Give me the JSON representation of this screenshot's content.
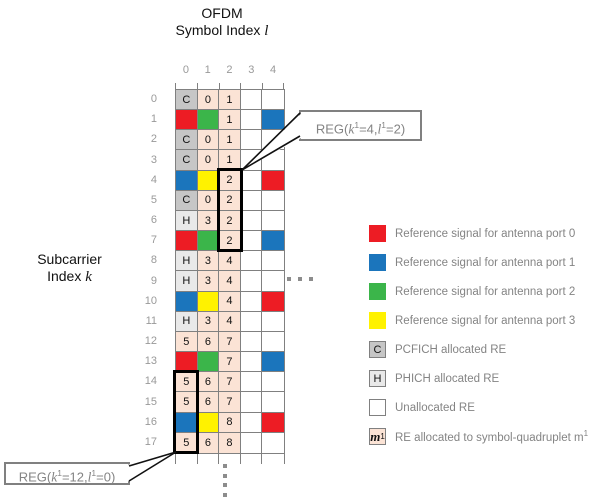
{
  "title": {
    "line1": "OFDM",
    "line2": "Symbol Index",
    "line2_var": "l"
  },
  "y_axis": {
    "line1": "Subcarrier",
    "line2": "Index",
    "line2_var": "k"
  },
  "grid": {
    "col_labels": [
      "0",
      "1",
      "2",
      "3",
      "4"
    ],
    "row_labels": [
      "0",
      "1",
      "2",
      "3",
      "4",
      "5",
      "6",
      "7",
      "8",
      "9",
      "10",
      "11",
      "12",
      "13",
      "14",
      "15",
      "16",
      "17"
    ],
    "rows": [
      [
        "C",
        "0",
        "1",
        "",
        ""
      ],
      [
        "R",
        "G",
        "1",
        "",
        "B"
      ],
      [
        "C",
        "0",
        "1",
        "",
        ""
      ],
      [
        "C",
        "0",
        "1",
        "",
        ""
      ],
      [
        "B",
        "Y",
        "2",
        "",
        "R"
      ],
      [
        "C",
        "0",
        "2",
        "",
        ""
      ],
      [
        "H",
        "3",
        "2",
        "",
        ""
      ],
      [
        "R",
        "G",
        "2",
        "",
        "B"
      ],
      [
        "H",
        "3",
        "4",
        "",
        ""
      ],
      [
        "H",
        "3",
        "4",
        "",
        ""
      ],
      [
        "B",
        "Y",
        "4",
        "",
        "R"
      ],
      [
        "H",
        "3",
        "4",
        "",
        ""
      ],
      [
        "5",
        "6",
        "7",
        "",
        ""
      ],
      [
        "R",
        "G",
        "7",
        "",
        "B"
      ],
      [
        "5",
        "6",
        "7",
        "",
        ""
      ],
      [
        "5",
        "6",
        "7",
        "",
        ""
      ],
      [
        "B",
        "Y",
        "8",
        "",
        "R"
      ],
      [
        "5",
        "6",
        "8",
        "",
        ""
      ]
    ],
    "reg_boxes": [
      {
        "col": 2,
        "row_start": 4,
        "row_end": 7
      },
      {
        "col": 0,
        "row_start": 14,
        "row_end": 17
      }
    ]
  },
  "callouts": [
    {
      "segments": {
        "p1": "REG(",
        "v1": "k",
        "s1": "1",
        "p2": "=4,",
        "v2": "l",
        "s2": "1",
        "p3": "=2)"
      }
    },
    {
      "segments": {
        "p1": "REG(",
        "v1": "k",
        "s1": "1",
        "p2": "=12,",
        "v2": "l",
        "s2": "1",
        "p3": "=0)"
      }
    }
  ],
  "legend": {
    "items": [
      {
        "swatch": "red",
        "letter": "",
        "letter_sup": "",
        "label": "Reference signal for antenna port 0",
        "label_sup": ""
      },
      {
        "swatch": "blue",
        "letter": "",
        "letter_sup": "",
        "label": "Reference signal for antenna port 1",
        "label_sup": ""
      },
      {
        "swatch": "green",
        "letter": "",
        "letter_sup": "",
        "label": "Reference signal for antenna port 2",
        "label_sup": ""
      },
      {
        "swatch": "yellow",
        "letter": "",
        "letter_sup": "",
        "label": "Reference signal for antenna port 3",
        "label_sup": ""
      },
      {
        "swatch": "pcfich",
        "letter": "C",
        "letter_sup": "",
        "label": "PCFICH allocated RE",
        "label_sup": ""
      },
      {
        "swatch": "phich",
        "letter": "H",
        "letter_sup": "",
        "label": "PHICH allocated RE",
        "label_sup": ""
      },
      {
        "swatch": "white",
        "letter": "",
        "letter_sup": "",
        "label": "Unallocated RE",
        "label_sup": ""
      },
      {
        "swatch": "quad",
        "letter": "m",
        "letter_sup": "1",
        "label": "RE allocated to symbol-quadruplet m",
        "label_sup": "1"
      }
    ]
  },
  "ellipsis": {
    "horizontal_dots": 3,
    "vertical_dots": 4
  },
  "colors": {
    "red": "#ed1c24",
    "blue": "#1b75bc",
    "green": "#3bb54a",
    "yellow": "#fff200",
    "peach": "#fbe3d5",
    "pcfich": "#c6c6c6",
    "phich": "#e9e9e9",
    "line": "#808080",
    "labelgray": "#999999",
    "textgray": "#848484"
  }
}
